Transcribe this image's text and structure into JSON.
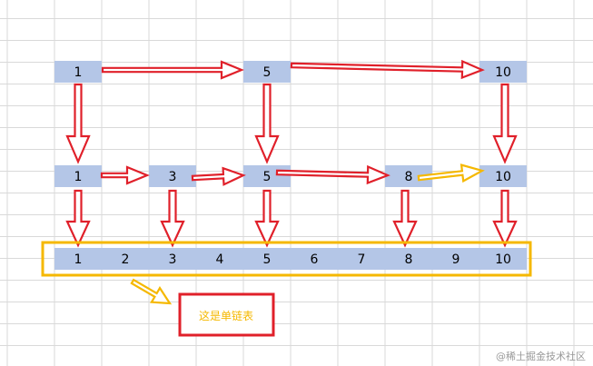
{
  "levels": {
    "level2": [
      {
        "col": 1,
        "value": "1"
      },
      {
        "col": 5,
        "value": "5"
      },
      {
        "col": 10,
        "value": "10"
      }
    ],
    "level1": [
      {
        "col": 1,
        "value": "1"
      },
      {
        "col": 3,
        "value": "3"
      },
      {
        "col": 5,
        "value": "5"
      },
      {
        "col": 8,
        "value": "8"
      },
      {
        "col": 10,
        "value": "10"
      }
    ],
    "base": [
      {
        "col": 1,
        "value": "1"
      },
      {
        "col": 2,
        "value": "2"
      },
      {
        "col": 3,
        "value": "3"
      },
      {
        "col": 4,
        "value": "4"
      },
      {
        "col": 5,
        "value": "5"
      },
      {
        "col": 6,
        "value": "6"
      },
      {
        "col": 7,
        "value": "7"
      },
      {
        "col": 8,
        "value": "8"
      },
      {
        "col": 9,
        "value": "9"
      },
      {
        "col": 10,
        "value": "10"
      }
    ]
  },
  "callout_label": "这是单链表",
  "watermark": "@稀土掘金技术社区",
  "colors": {
    "cell_fill": "#b4c6e7",
    "arrow_red": "#e0202a",
    "highlight_yellow": "#f5b800",
    "grid_line": "#d9d9d9"
  }
}
